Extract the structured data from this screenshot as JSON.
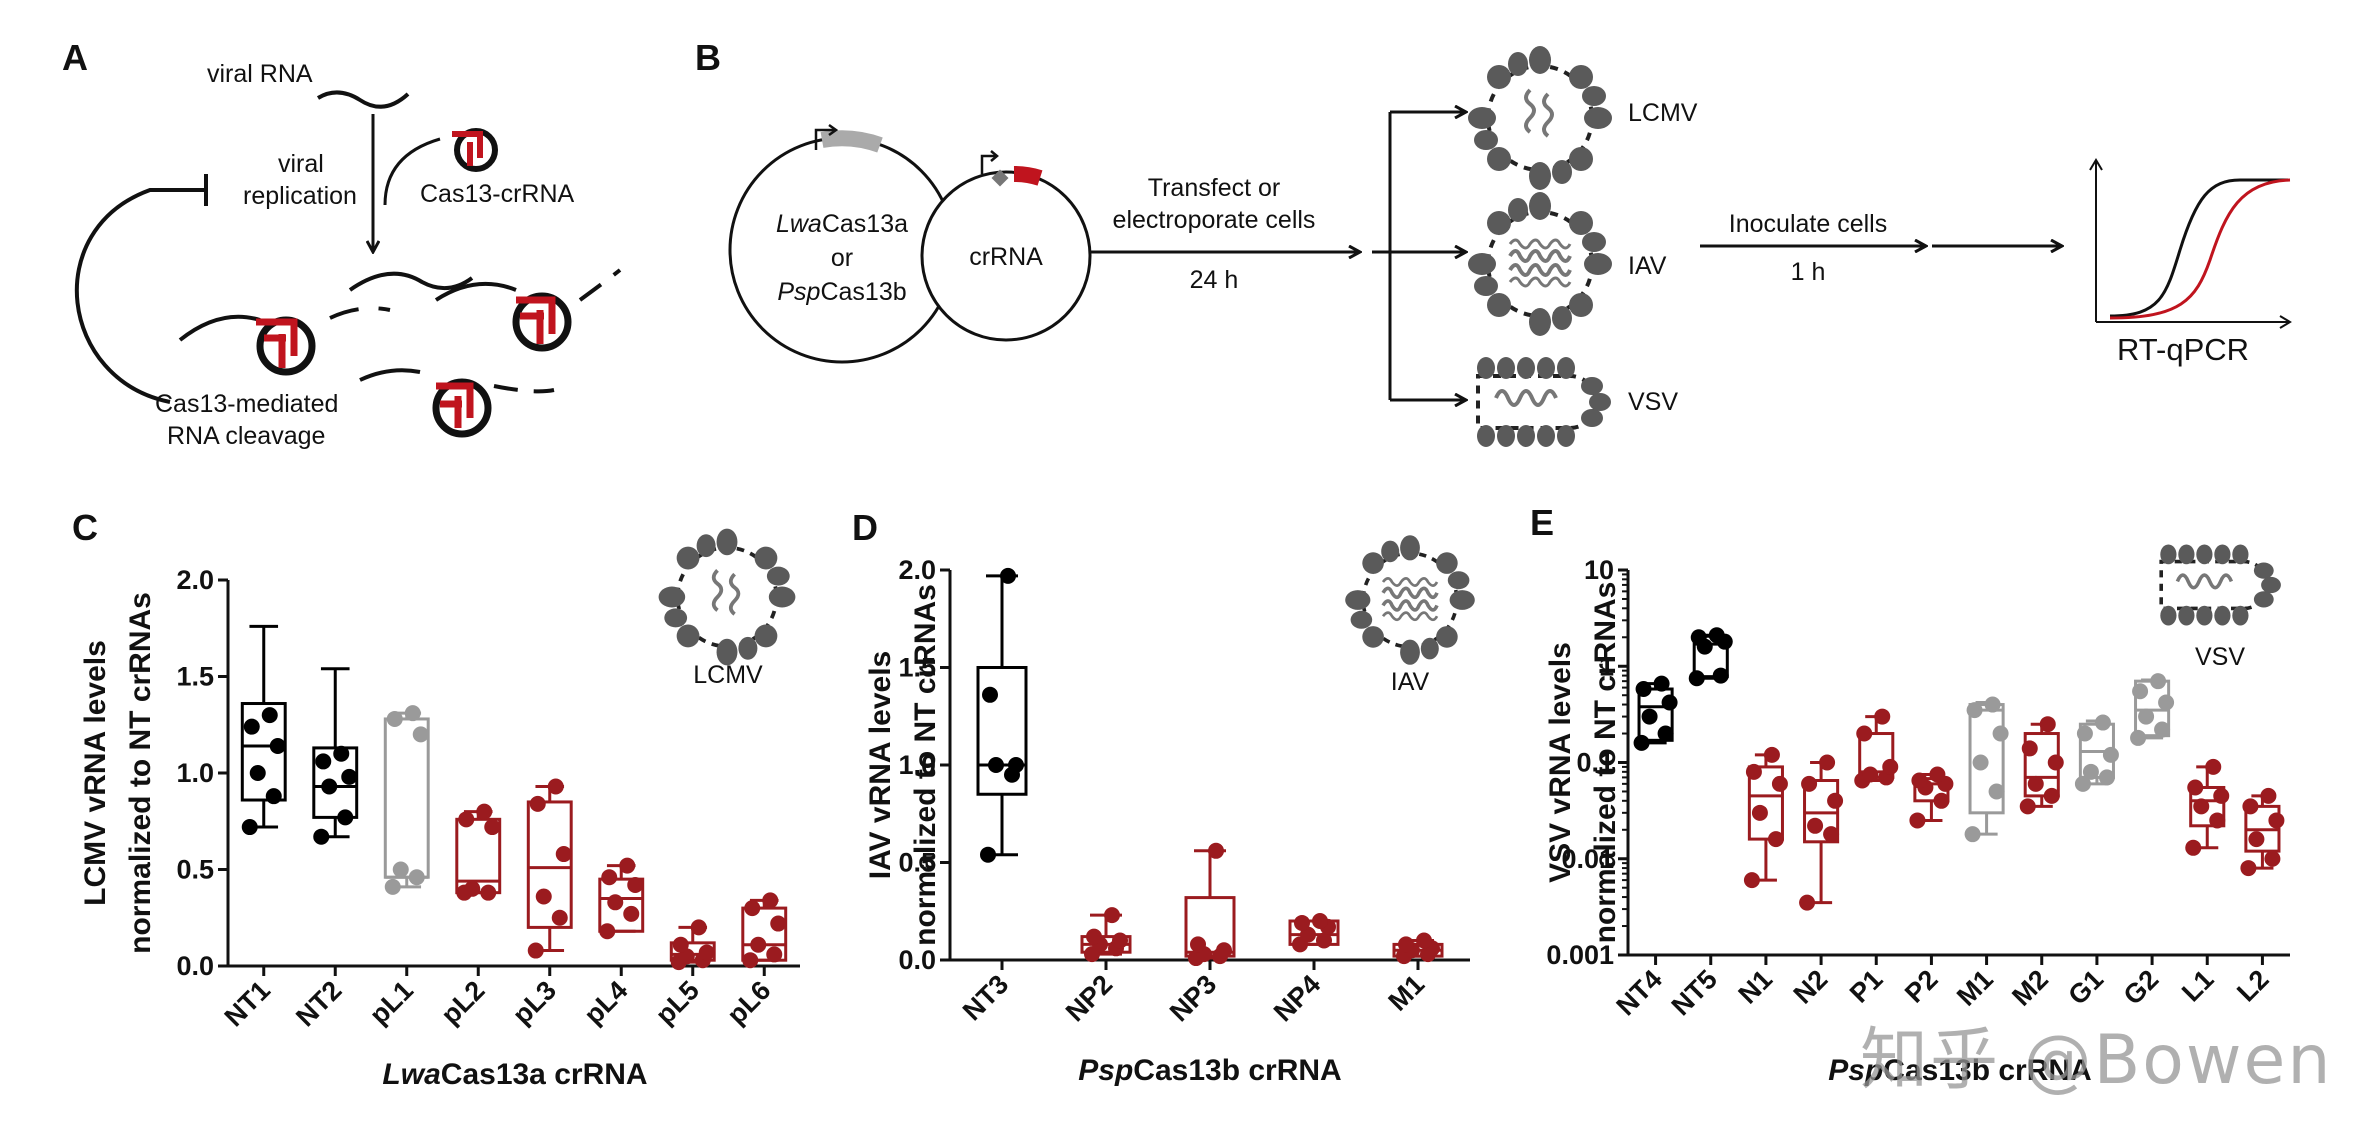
{
  "panels": {
    "A": {
      "letter": "A",
      "viral_rna": "viral RNA",
      "viral": "viral",
      "replication": "replication",
      "cas13_crrna": "Cas13-crRNA",
      "cleavage_line1": "Cas13-mediated",
      "cleavage_line2": "RNA cleavage"
    },
    "B": {
      "letter": "B",
      "plasmid1_line1": "Lwa",
      "plasmid1_line1b": "Cas13a",
      "plasmid1_line2": "or",
      "plasmid1_line3": "Psp",
      "plasmid1_line3b": "Cas13b",
      "plasmid2": "crRNA",
      "step1_line1": "Transfect or",
      "step1_line2": "electroporate cells",
      "step1_time": "24 h",
      "virus1": "LCMV",
      "virus2": "IAV",
      "virus3": "VSV",
      "step2": "Inoculate cells",
      "step2_time": "1 h",
      "readout": "RT-qPCR"
    },
    "C": {
      "letter": "C",
      "virus_label": "LCMV"
    },
    "D": {
      "letter": "D",
      "virus_label": "IAV"
    },
    "E": {
      "letter": "E",
      "virus_label": "VSV"
    }
  },
  "watermark": "知乎 @Bowen",
  "colors": {
    "control": "#000000",
    "targeting": "#9b1b1f",
    "nonfunctional": "#9a9a9a"
  },
  "chart_data": [
    {
      "panel": "C",
      "type": "box",
      "scale": "linear",
      "ylabel_line1": "LCMV vRNA levels",
      "ylabel_line2": "normalized to NT crRNAs",
      "xlabel_italic": "Lwa",
      "xlabel_rest": "Cas13a crRNA",
      "ylim": [
        0,
        2.0
      ],
      "yticks": [
        "0.0",
        "0.5",
        "1.0",
        "1.5",
        "2.0"
      ],
      "categories": [
        "NT1",
        "NT2",
        "pL1",
        "pL2",
        "pL3",
        "pL4",
        "pL5",
        "pL6"
      ],
      "groups": [
        {
          "name": "NT1",
          "color": "black",
          "min": 0.72,
          "q1": 0.86,
          "median": 1.14,
          "q3": 1.36,
          "max": 1.76,
          "points": [
            0.72,
            0.88,
            1.0,
            1.14,
            1.24,
            1.3
          ]
        },
        {
          "name": "NT2",
          "color": "black",
          "min": 0.67,
          "q1": 0.77,
          "median": 0.93,
          "q3": 1.13,
          "max": 1.54,
          "points": [
            0.67,
            0.77,
            0.93,
            0.98,
            1.06,
            1.1
          ]
        },
        {
          "name": "pL1",
          "color": "gray",
          "min": 0.41,
          "q1": 0.46,
          "median": 0.46,
          "q3": 1.28,
          "max": 1.31,
          "points": [
            0.41,
            0.46,
            0.5,
            1.2,
            1.28,
            1.31
          ]
        },
        {
          "name": "pL2",
          "color": "red",
          "min": 0.38,
          "q1": 0.38,
          "median": 0.44,
          "q3": 0.76,
          "max": 0.8,
          "points": [
            0.38,
            0.38,
            0.4,
            0.72,
            0.76,
            0.8
          ]
        },
        {
          "name": "pL3",
          "color": "red",
          "min": 0.08,
          "q1": 0.2,
          "median": 0.51,
          "q3": 0.85,
          "max": 0.93,
          "points": [
            0.08,
            0.25,
            0.36,
            0.58,
            0.84,
            0.93
          ]
        },
        {
          "name": "pL4",
          "color": "red",
          "min": 0.18,
          "q1": 0.18,
          "median": 0.35,
          "q3": 0.45,
          "max": 0.52,
          "points": [
            0.18,
            0.27,
            0.33,
            0.42,
            0.46,
            0.52
          ]
        },
        {
          "name": "pL5",
          "color": "red",
          "min": 0.02,
          "q1": 0.03,
          "median": 0.06,
          "q3": 0.12,
          "max": 0.2,
          "points": [
            0.02,
            0.03,
            0.05,
            0.07,
            0.11,
            0.2
          ]
        },
        {
          "name": "pL6",
          "color": "red",
          "min": 0.03,
          "q1": 0.03,
          "median": 0.11,
          "q3": 0.3,
          "max": 0.34,
          "points": [
            0.03,
            0.06,
            0.11,
            0.22,
            0.3,
            0.34
          ]
        }
      ]
    },
    {
      "panel": "D",
      "type": "box",
      "scale": "linear",
      "ylabel_line1": "IAV vRNA levels",
      "ylabel_line2": "normalized to NT crRNAs",
      "xlabel_italic": "Psp",
      "xlabel_rest": "Cas13b crRNA",
      "ylim": [
        0,
        2.0
      ],
      "yticks": [
        "0.0",
        "0.5",
        "1.0",
        "1.5",
        "2.0"
      ],
      "categories": [
        "NT3",
        "NP2",
        "NP3",
        "NP4",
        "M1"
      ],
      "groups": [
        {
          "name": "NT3",
          "color": "black",
          "min": 0.54,
          "q1": 0.85,
          "median": 1.0,
          "q3": 1.5,
          "max": 1.97,
          "points": [
            0.54,
            0.95,
            1.0,
            1.0,
            1.36,
            1.97
          ]
        },
        {
          "name": "NP2",
          "color": "red",
          "min": 0.03,
          "q1": 0.04,
          "median": 0.08,
          "q3": 0.12,
          "max": 0.23,
          "points": [
            0.03,
            0.06,
            0.08,
            0.1,
            0.12,
            0.23
          ]
        },
        {
          "name": "NP3",
          "color": "red",
          "min": 0.01,
          "q1": 0.02,
          "median": 0.04,
          "q3": 0.32,
          "max": 0.56,
          "points": [
            0.01,
            0.02,
            0.03,
            0.05,
            0.08,
            0.56
          ]
        },
        {
          "name": "NP4",
          "color": "red",
          "min": 0.08,
          "q1": 0.08,
          "median": 0.13,
          "q3": 0.2,
          "max": 0.2,
          "points": [
            0.08,
            0.1,
            0.13,
            0.17,
            0.19,
            0.2
          ]
        },
        {
          "name": "M1",
          "color": "red",
          "min": 0.02,
          "q1": 0.02,
          "median": 0.05,
          "q3": 0.08,
          "max": 0.1,
          "points": [
            0.02,
            0.03,
            0.05,
            0.06,
            0.08,
            0.1
          ]
        }
      ]
    },
    {
      "panel": "E",
      "type": "box",
      "scale": "log",
      "ylabel_line1": "VSV vRNA levels",
      "ylabel_line2": "normalized to NT crRNAs",
      "xlabel_italic": "Psp",
      "xlabel_rest": "Cas13b crRNA",
      "ylim": [
        0.001,
        10
      ],
      "yticks": [
        "0.001",
        "0.01",
        "0.1",
        "1",
        "10"
      ],
      "categories": [
        "NT4",
        "NT5",
        "N1",
        "N2",
        "P1",
        "P2",
        "M1",
        "M2",
        "G1",
        "G2",
        "L1",
        "L2"
      ],
      "groups": [
        {
          "name": "NT4",
          "color": "black",
          "min": 0.16,
          "q1": 0.17,
          "median": 0.38,
          "q3": 0.58,
          "max": 0.66,
          "points": [
            0.16,
            0.2,
            0.3,
            0.42,
            0.58,
            0.66
          ]
        },
        {
          "name": "NT5",
          "color": "black",
          "min": 0.75,
          "q1": 0.78,
          "median": 1.7,
          "q3": 2.05,
          "max": 2.1,
          "points": [
            0.75,
            0.8,
            1.6,
            1.8,
            2.0,
            2.1
          ]
        },
        {
          "name": "N1",
          "color": "red",
          "min": 0.006,
          "q1": 0.016,
          "median": 0.045,
          "q3": 0.09,
          "max": 0.12,
          "points": [
            0.006,
            0.016,
            0.03,
            0.06,
            0.08,
            0.12
          ]
        },
        {
          "name": "N2",
          "color": "red",
          "min": 0.0035,
          "q1": 0.015,
          "median": 0.03,
          "q3": 0.065,
          "max": 0.1,
          "points": [
            0.0035,
            0.018,
            0.022,
            0.04,
            0.06,
            0.1
          ]
        },
        {
          "name": "P1",
          "color": "red",
          "min": 0.065,
          "q1": 0.07,
          "median": 0.08,
          "q3": 0.2,
          "max": 0.3,
          "points": [
            0.065,
            0.07,
            0.075,
            0.09,
            0.2,
            0.3
          ]
        },
        {
          "name": "P2",
          "color": "red",
          "min": 0.025,
          "q1": 0.04,
          "median": 0.06,
          "q3": 0.068,
          "max": 0.075,
          "points": [
            0.025,
            0.04,
            0.055,
            0.06,
            0.065,
            0.075
          ]
        },
        {
          "name": "M1",
          "color": "gray",
          "min": 0.018,
          "q1": 0.03,
          "median": 0.35,
          "q3": 0.4,
          "max": 0.42,
          "points": [
            0.018,
            0.05,
            0.1,
            0.2,
            0.35,
            0.4
          ]
        },
        {
          "name": "M2",
          "color": "red",
          "min": 0.035,
          "q1": 0.045,
          "median": 0.07,
          "q3": 0.2,
          "max": 0.25,
          "points": [
            0.035,
            0.045,
            0.06,
            0.1,
            0.14,
            0.25
          ]
        },
        {
          "name": "G1",
          "color": "gray",
          "min": 0.06,
          "q1": 0.07,
          "median": 0.13,
          "q3": 0.25,
          "max": 0.27,
          "points": [
            0.06,
            0.07,
            0.08,
            0.12,
            0.2,
            0.26
          ]
        },
        {
          "name": "G2",
          "color": "gray",
          "min": 0.18,
          "q1": 0.19,
          "median": 0.35,
          "q3": 0.7,
          "max": 0.72,
          "points": [
            0.18,
            0.22,
            0.3,
            0.42,
            0.55,
            0.7
          ]
        },
        {
          "name": "L1",
          "color": "red",
          "min": 0.013,
          "q1": 0.022,
          "median": 0.04,
          "q3": 0.055,
          "max": 0.09,
          "points": [
            0.013,
            0.025,
            0.035,
            0.045,
            0.055,
            0.09
          ]
        },
        {
          "name": "L2",
          "color": "red",
          "min": 0.008,
          "q1": 0.012,
          "median": 0.02,
          "q3": 0.035,
          "max": 0.045,
          "points": [
            0.008,
            0.01,
            0.016,
            0.025,
            0.035,
            0.045
          ]
        }
      ]
    }
  ]
}
